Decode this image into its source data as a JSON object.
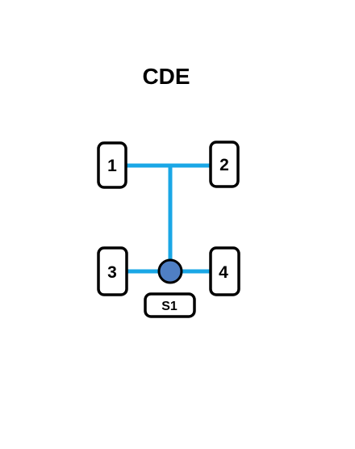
{
  "diagram": {
    "title": "CDE",
    "wheels": [
      {
        "id": "1",
        "label": "1"
      },
      {
        "id": "2",
        "label": "2"
      },
      {
        "id": "3",
        "label": "3"
      },
      {
        "id": "4",
        "label": "4"
      }
    ],
    "sensor": {
      "label": "S1"
    },
    "colors": {
      "line": "#1aa7e6",
      "sensor_fill": "#4f7fc4",
      "box_stroke": "#000000"
    }
  }
}
